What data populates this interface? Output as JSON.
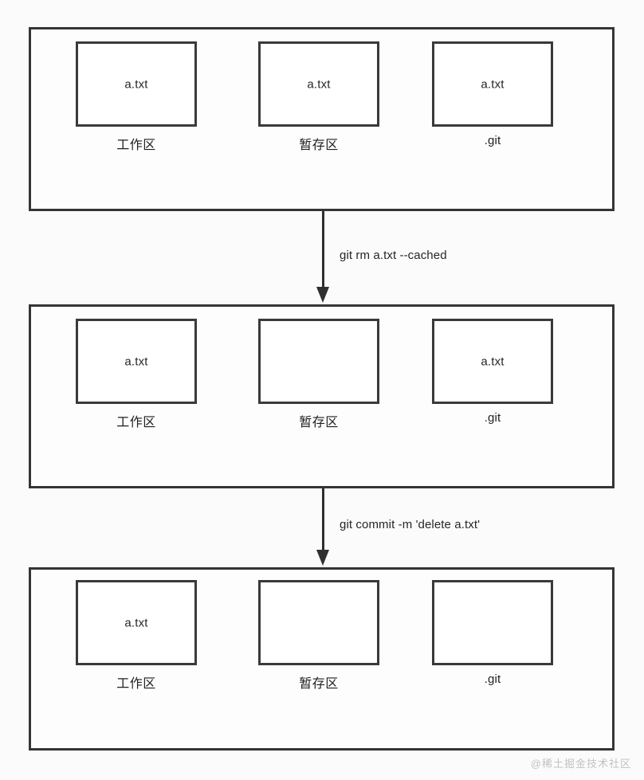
{
  "diagram": {
    "title": "git rm --cached workflow",
    "background_color": "#fbfbfb",
    "line_color": "#353535",
    "text_color": "#262626",
    "stages": [
      {
        "id": "stage-initial",
        "areas": [
          {
            "id": "working-tree",
            "caption": "工作区",
            "caption_script": "han",
            "file": "a.txt",
            "empty": false
          },
          {
            "id": "staging-area",
            "caption": "暂存区",
            "caption_script": "han",
            "file": "a.txt",
            "empty": false
          },
          {
            "id": "git-repository",
            "caption": ".git",
            "caption_script": "latin",
            "file": "a.txt",
            "empty": false
          }
        ]
      },
      {
        "id": "stage-after-rm-cached",
        "areas": [
          {
            "id": "working-tree",
            "caption": "工作区",
            "caption_script": "han",
            "file": "a.txt",
            "empty": false
          },
          {
            "id": "staging-area",
            "caption": "暂存区",
            "caption_script": "han",
            "file": "",
            "empty": true
          },
          {
            "id": "git-repository",
            "caption": ".git",
            "caption_script": "latin",
            "file": "a.txt",
            "empty": false
          }
        ]
      },
      {
        "id": "stage-after-commit",
        "areas": [
          {
            "id": "working-tree",
            "caption": "工作区",
            "caption_script": "han",
            "file": "a.txt",
            "empty": false
          },
          {
            "id": "staging-area",
            "caption": "暂存区",
            "caption_script": "han",
            "file": "",
            "empty": true
          },
          {
            "id": "git-repository",
            "caption": ".git",
            "caption_script": "latin",
            "file": "",
            "empty": true
          }
        ]
      }
    ],
    "transitions": [
      {
        "id": "transition-rm-cached",
        "label": "git rm a.txt --cached"
      },
      {
        "id": "transition-commit",
        "label": "git commit -m 'delete a.txt'"
      }
    ],
    "watermark": "@稀土掘金技术社区"
  }
}
